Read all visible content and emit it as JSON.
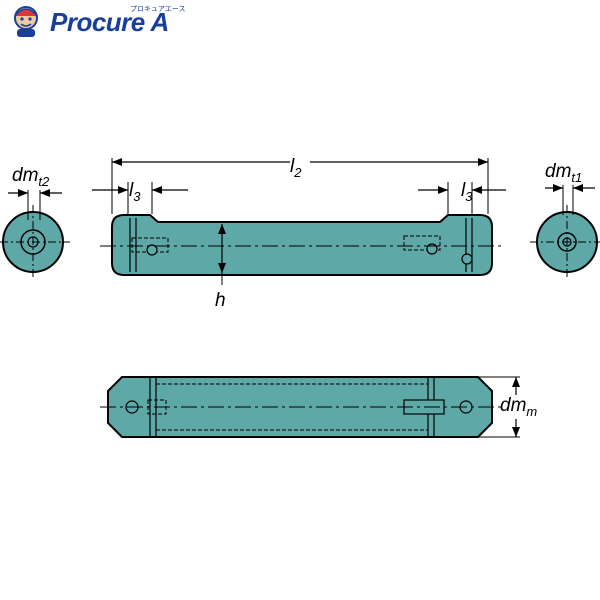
{
  "brand": {
    "name": "Procure A",
    "subtitle": "プロキュアエース"
  },
  "labels": {
    "dm_t2_main": "dm",
    "dm_t2_sub": "t2",
    "l2_main": "l",
    "l2_sub": "2",
    "l3_left_main": "l",
    "l3_left_sub": "3",
    "l3_right_main": "l",
    "l3_right_sub": "3",
    "dm_t1_main": "dm",
    "dm_t1_sub": "t1",
    "h": "h",
    "dm_m_main": "dm",
    "dm_m_sub": "m"
  },
  "colors": {
    "body_fill": "#5fa8a8",
    "brand_blue": "#1a3f9a",
    "brand_red": "#d93a3a"
  }
}
